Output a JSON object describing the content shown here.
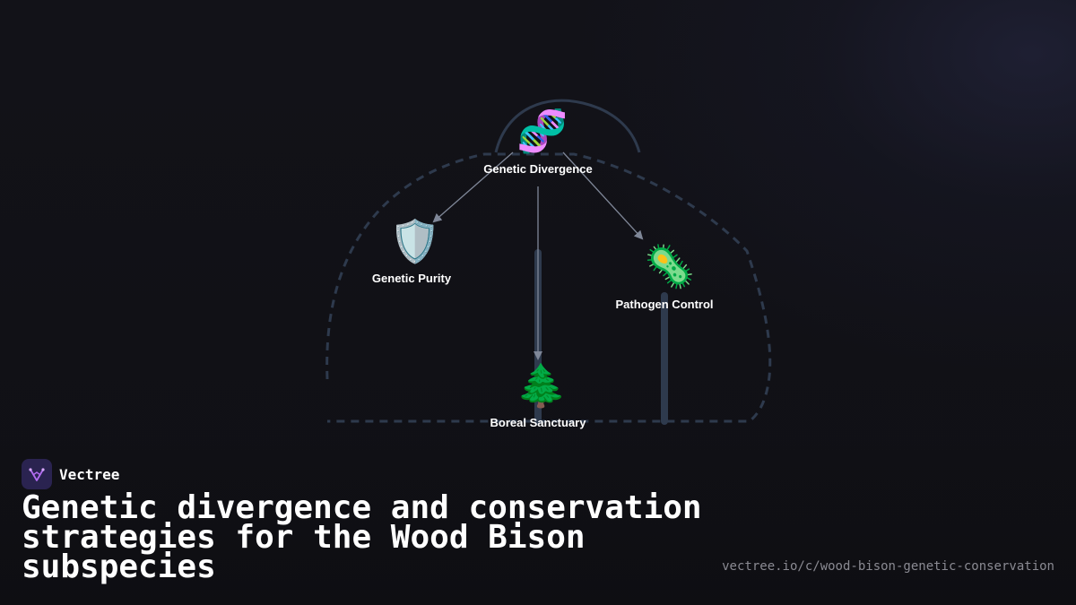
{
  "brand": {
    "name": "Vectree",
    "logo_icon": "vectree-logo-icon",
    "accent_color": "#b26cf0"
  },
  "title": "Genetic divergence and conservation strategies for the Wood Bison subspecies",
  "url": "vectree.io/c/wood-bison-genetic-conservation",
  "diagram": {
    "nodes": {
      "divergence": {
        "label": "Genetic Divergence",
        "icon": "dna-icon",
        "glyph": "🧬"
      },
      "purity": {
        "label": "Genetic Purity",
        "icon": "shield-icon",
        "glyph": "🛡️"
      },
      "pathogen": {
        "label": "Pathogen Control",
        "icon": "microbe-icon",
        "glyph": "🦠"
      },
      "sanctuary": {
        "label": "Boreal Sanctuary",
        "icon": "evergreen-tree-icon",
        "glyph": "🌲"
      }
    },
    "edges": [
      {
        "from": "Genetic Divergence",
        "to": "Genetic Purity"
      },
      {
        "from": "Genetic Divergence",
        "to": "Pathogen Control"
      },
      {
        "from": "Genetic Divergence",
        "to": "Boreal Sanctuary"
      }
    ],
    "colors": {
      "outline": "#2e3a4d",
      "arrow": "#7f8798",
      "label": "#ffffff"
    }
  }
}
